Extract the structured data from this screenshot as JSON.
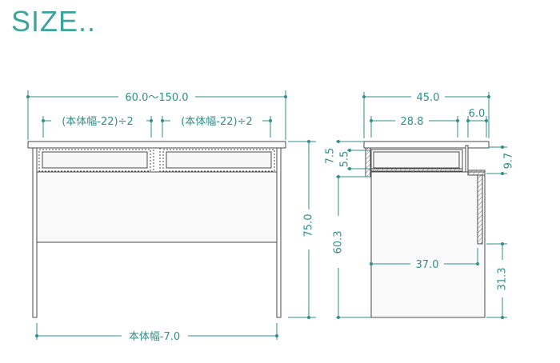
{
  "title": "SIZE..",
  "colors": {
    "accent": "#3ba59b",
    "dimension": "#2f8e8a",
    "outline": "#4a4a4a"
  },
  "front_view": {
    "total_width": "60.0～150.0",
    "drawer_width_left": "(本体幅-22)÷2",
    "drawer_width_right": "(本体幅-22)÷2",
    "height": "75.0",
    "leg_span": "本体幅-7.0"
  },
  "side_view": {
    "depth": "45.0",
    "drawer_depth": "28.8",
    "rear_offset": "6.0",
    "top_thickness": "7.5",
    "drawer_height": "5.5",
    "top_to_apron": "9.7",
    "clearance": "60.3",
    "inner_depth": "37.0",
    "panel_clearance": "31.3"
  }
}
